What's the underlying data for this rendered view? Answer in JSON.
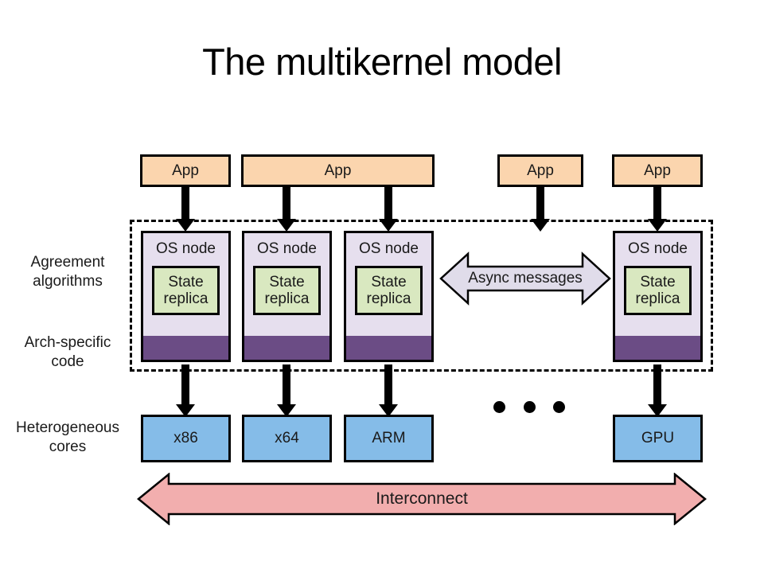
{
  "slide": {
    "title": "The multikernel model",
    "background": "#ffffff"
  },
  "colors": {
    "app": "#FBD5AE",
    "os_node": "#E6DFEE",
    "state_replica": "#D9E8C0",
    "arch_specific": "#6B4C85",
    "core": "#85BCE8",
    "interconnect": "#F2AEAE",
    "async_messages": "#E0DCEA",
    "outline": "#000000"
  },
  "apps": [
    {
      "label": "App"
    },
    {
      "label": "App"
    },
    {
      "label": "App"
    },
    {
      "label": "App"
    }
  ],
  "os_nodes": [
    {
      "label": "OS node",
      "replica_line1": "State",
      "replica_line2": "replica"
    },
    {
      "label": "OS node",
      "replica_line1": "State",
      "replica_line2": "replica"
    },
    {
      "label": "OS node",
      "replica_line1": "State",
      "replica_line2": "replica"
    },
    {
      "label": "OS node",
      "replica_line1": "State",
      "replica_line2": "replica"
    }
  ],
  "side_labels": {
    "agreement_line1": "Agreement",
    "agreement_line2": "algorithms",
    "arch_line1": "Arch-specific",
    "arch_line2": "code",
    "cores_line1": "Heterogeneous",
    "cores_line2": "cores"
  },
  "async_messages": {
    "label": "Async messages"
  },
  "cores": [
    {
      "label": "x86"
    },
    {
      "label": "x64"
    },
    {
      "label": "ARM"
    },
    {
      "label": "GPU"
    }
  ],
  "ellipsis": {
    "label": "• • •",
    "dot_count": 3
  },
  "interconnect": {
    "label": "Interconnect"
  }
}
